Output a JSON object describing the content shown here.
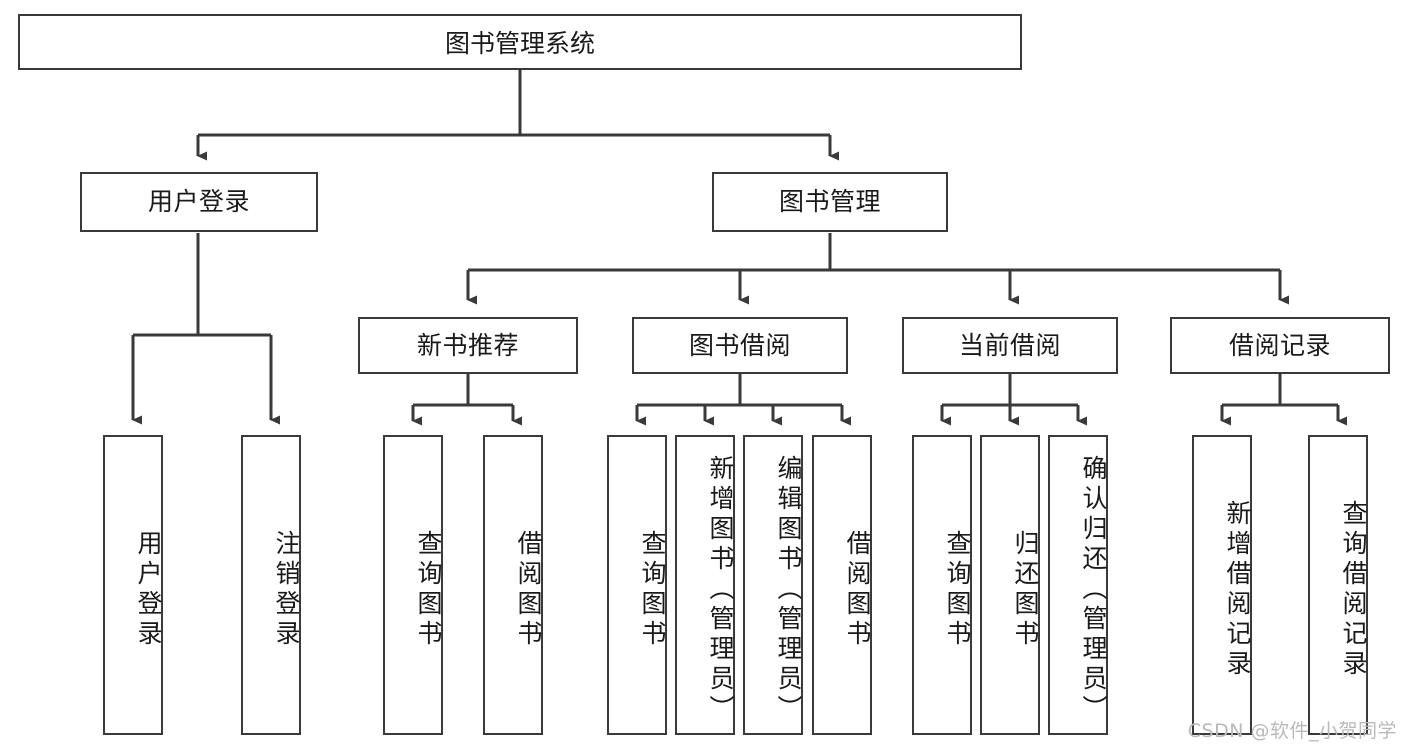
{
  "diagram": {
    "title": "图书管理系统",
    "type": "hierarchy-tree",
    "root": {
      "label": "图书管理系统"
    },
    "level2": [
      {
        "label": "用户登录"
      },
      {
        "label": "图书管理"
      }
    ],
    "level3": [
      {
        "label": "新书推荐",
        "parent": "图书管理"
      },
      {
        "label": "图书借阅",
        "parent": "图书管理"
      },
      {
        "label": "当前借阅",
        "parent": "图书管理"
      },
      {
        "label": "借阅记录",
        "parent": "图书管理"
      }
    ],
    "leaves": [
      {
        "label": "用户登录",
        "parent": "用户登录"
      },
      {
        "label": "注销登录",
        "parent": "用户登录"
      },
      {
        "label": "查询图书",
        "parent": "新书推荐"
      },
      {
        "label": "借阅图书",
        "parent": "新书推荐"
      },
      {
        "label": "查询图书",
        "parent": "图书借阅"
      },
      {
        "label": "新增图书（管理员）",
        "parent": "图书借阅"
      },
      {
        "label": "编辑图书（管理员）",
        "parent": "图书借阅"
      },
      {
        "label": "借阅图书",
        "parent": "图书借阅"
      },
      {
        "label": "查询图书",
        "parent": "当前借阅"
      },
      {
        "label": "归还图书",
        "parent": "当前借阅"
      },
      {
        "label": "确认归还（管理员）",
        "parent": "当前借阅"
      },
      {
        "label": "新增借阅记录",
        "parent": "借阅记录"
      },
      {
        "label": "查询借阅记录",
        "parent": "借阅记录"
      }
    ],
    "watermark": "CSDN @软件_小贺同学",
    "colors": {
      "stroke": "#3a3a3a",
      "fill": "#ffffff",
      "text": "#1a1a1a",
      "watermark": "#b9b9b9"
    }
  }
}
